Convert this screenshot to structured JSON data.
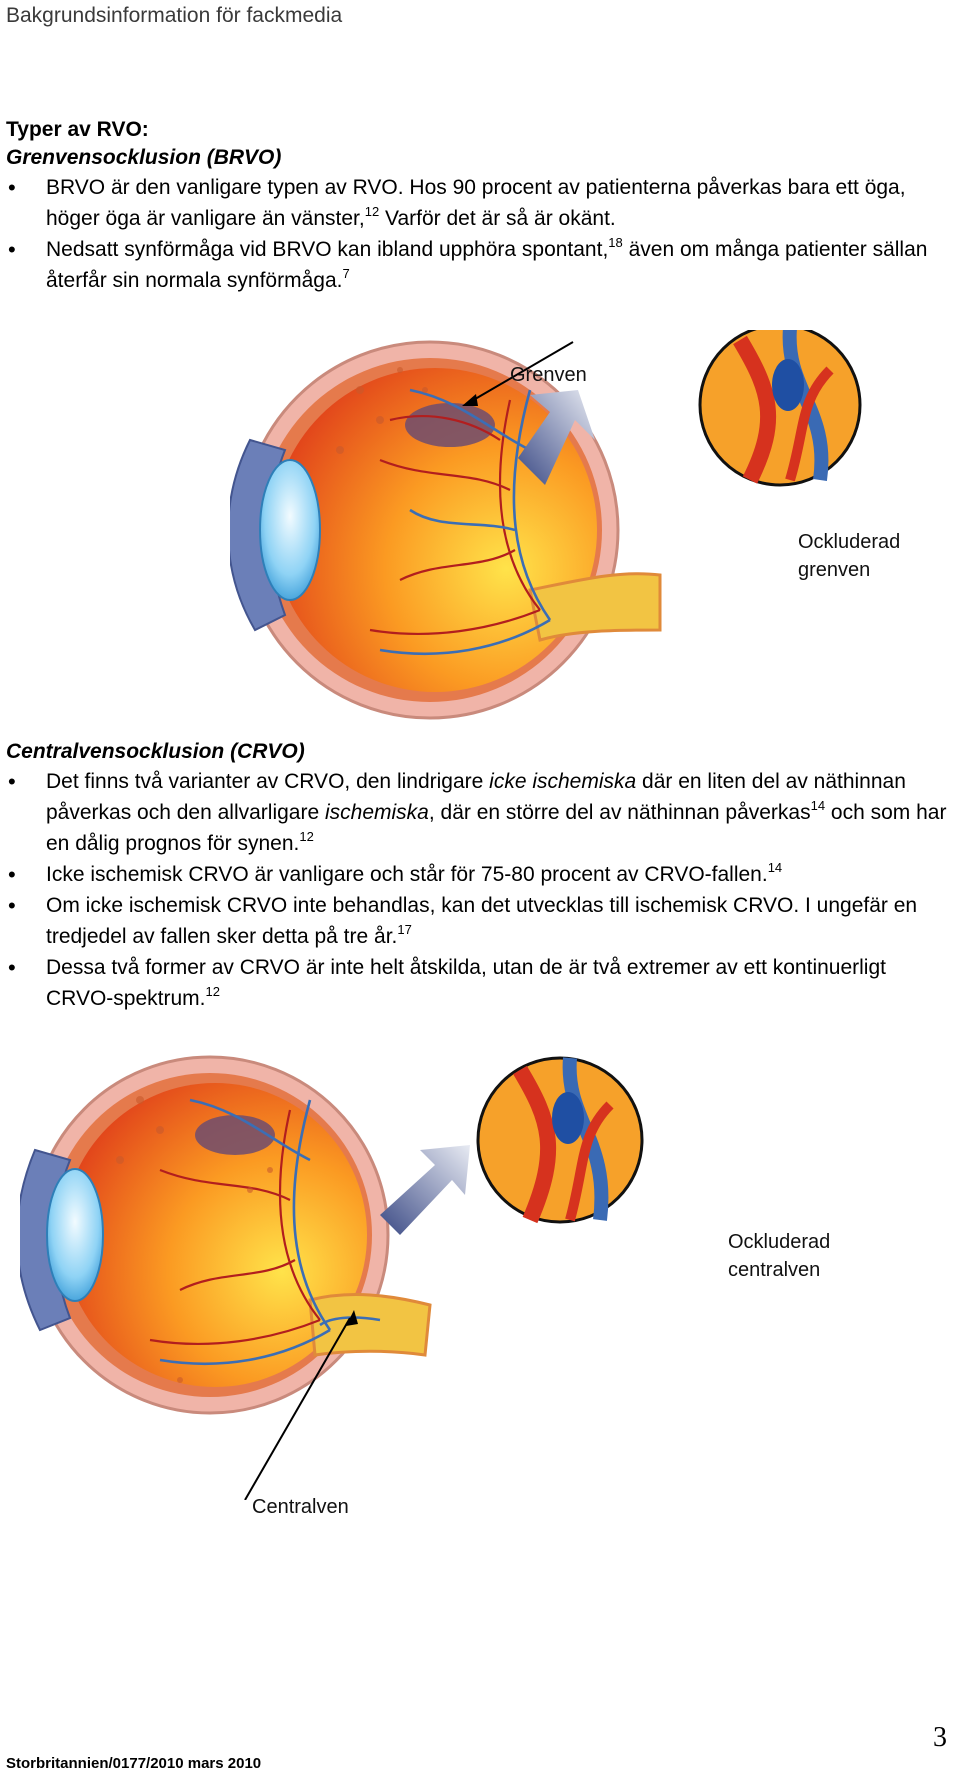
{
  "header": "Bakgrundsinformation för fackmedia",
  "brvo": {
    "heading1": "Typer av RVO:",
    "heading2": "Grenvensocklusion (BRVO)",
    "b1_text1": "BRVO är den vanligare typen av RVO. Hos 90 procent av patienterna påverkas bara ett öga, höger öga är vanligare än vänster,",
    "b1_sup": "12",
    "b1_text2": " Varför det är så är okänt.",
    "b2_text1": "Nedsatt synförmåga vid BRVO kan ibland upphöra spontant,",
    "b2_sup1": "18",
    "b2_text2": " även om många patienter sällan återfår sin normala synförmåga.",
    "b2_sup2": "7"
  },
  "figure1": {
    "label_vein": "Grenven",
    "label_occluded_1": "Ockluderad",
    "label_occluded_2": "grenven"
  },
  "crvo": {
    "heading": "Centralvensocklusion (CRVO)",
    "b1_a": "Det finns två varianter av CRVO, den lindrigare ",
    "b1_b": "icke ischemiska",
    "b1_c": " där en liten del av näthinnan påverkas och den allvarligare ",
    "b1_d": "ischemiska",
    "b1_e": ", där en större del av näthinnan påverkas",
    "b1_sup1": "14",
    "b1_f": " och som har en dålig prognos för synen.",
    "b1_sup2": "12",
    "b2_text": "Icke ischemisk CRVO är vanligare och står för 75-80 procent av CRVO-fallen.",
    "b2_sup": "14",
    "b3_text": "Om icke ischemisk CRVO inte behandlas, kan det utvecklas till ischemisk CRVO. I ungefär en tredjedel av fallen sker detta på tre år.",
    "b3_sup": "17",
    "b4_text": "Dessa två former av CRVO är inte helt åtskilda, utan de är två extremer av ett kontinuerligt CRVO-spektrum.",
    "b4_sup": "12"
  },
  "figure2": {
    "label_occluded_1": "Ockluderad",
    "label_occluded_2": "centralven",
    "label_vein": "Centralven"
  },
  "footer": {
    "ref": "Storbritannien/0177/2010 mars 2010",
    "page": "3"
  }
}
